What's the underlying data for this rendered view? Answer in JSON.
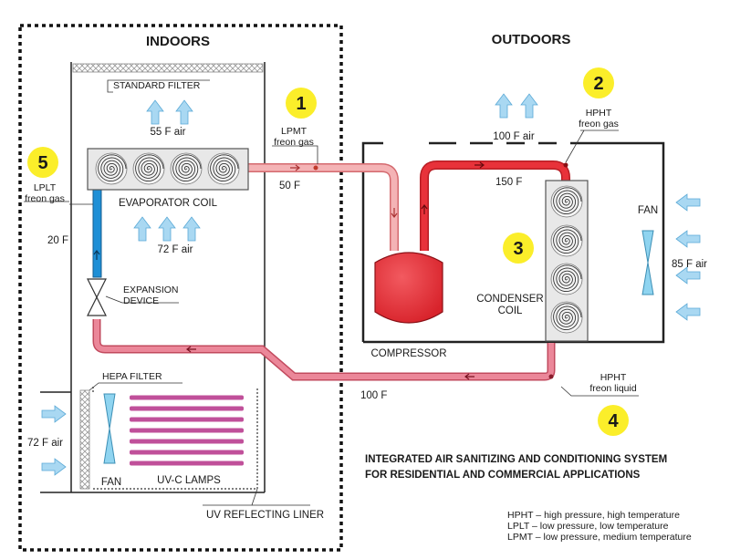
{
  "colors": {
    "hot_gas": "#e8323a",
    "warm_gas": "#f2a6a8",
    "liquid": "#e87a8e",
    "cold": "#1e8fd6",
    "air_arrow": "#a9d8f2",
    "badge": "#fbee2a",
    "compressor": "#e8323a",
    "uv_lamp": "#c0509a",
    "fan_blade": "#8fd4f0"
  },
  "labels": {
    "indoors": "INDOORS",
    "outdoors": "OUTDOORS",
    "standard_filter": "STANDARD FILTER",
    "air_55": "55 F air",
    "evaporator_coil": "EVAPORATOR COIL",
    "air_72_top": "72 F air",
    "lpmt_line1": "LPMT",
    "lpmt_line2": "freon gas",
    "temp_50": "50 F",
    "lplt_line1": "LPLT",
    "lplt_line2": "freon gas",
    "temp_20": "20 F",
    "expansion_line1": "EXPANSION",
    "expansion_line2": "DEVICE",
    "air_100": "100 F air",
    "hpht_gas_line1": "HPHT",
    "hpht_gas_line2": "freon gas",
    "temp_150": "150 F",
    "fan_right": "FAN",
    "air_85": "85 F air",
    "condenser_line1": "CONDENSER",
    "condenser_line2": "COIL",
    "compressor": "COMPRESSOR",
    "temp_100": "100 F",
    "hpht_liq_line1": "HPHT",
    "hpht_liq_line2": "freon liquid",
    "hepa_filter": "HEPA FILTER",
    "air_72_left": "72 F air",
    "fan_left": "FAN",
    "uvc_lamps": "UV-C LAMPS",
    "uv_liner": "UV REFLECTING LINER",
    "title_line1": "INTEGRATED AIR SANITIZING AND CONDITIONING SYSTEM",
    "title_line2": "FOR RESIDENTIAL AND COMMERCIAL APPLICATIONS",
    "legend_1": "HPHT – high pressure, high temperature",
    "legend_2": "LPLT – low pressure, low temperature",
    "legend_3": "LPMT – low pressure, medium temperature"
  },
  "badges": [
    "1",
    "2",
    "3",
    "4",
    "5"
  ]
}
